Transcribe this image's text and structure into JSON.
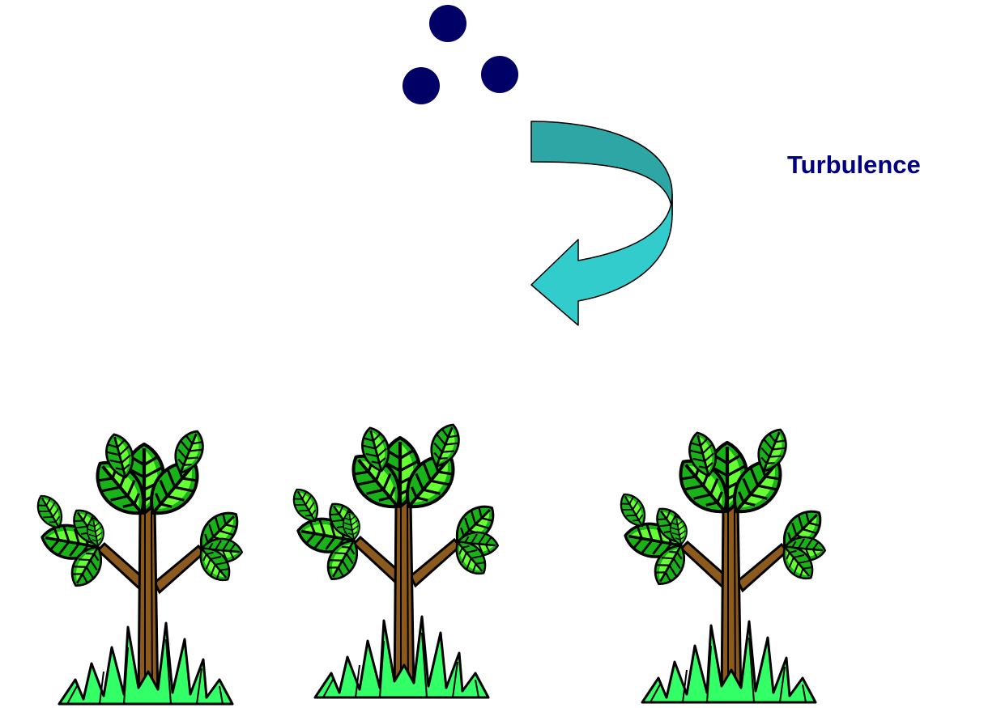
{
  "labels": {
    "turbulence": "Turbulence"
  },
  "colors": {
    "particle": "#000066",
    "arrow_dark": "#2ea6a6",
    "arrow_light": "#33cccc",
    "label": "#000080",
    "leaf_light": "#66ff33",
    "leaf_dark": "#19b219",
    "trunk": "#8b5a1c",
    "grass": "#33ff66",
    "outline": "#000000"
  },
  "diagram": {
    "particle_count": 3,
    "tree_count": 3,
    "arrow_icon": "curved-arrow-icon"
  }
}
